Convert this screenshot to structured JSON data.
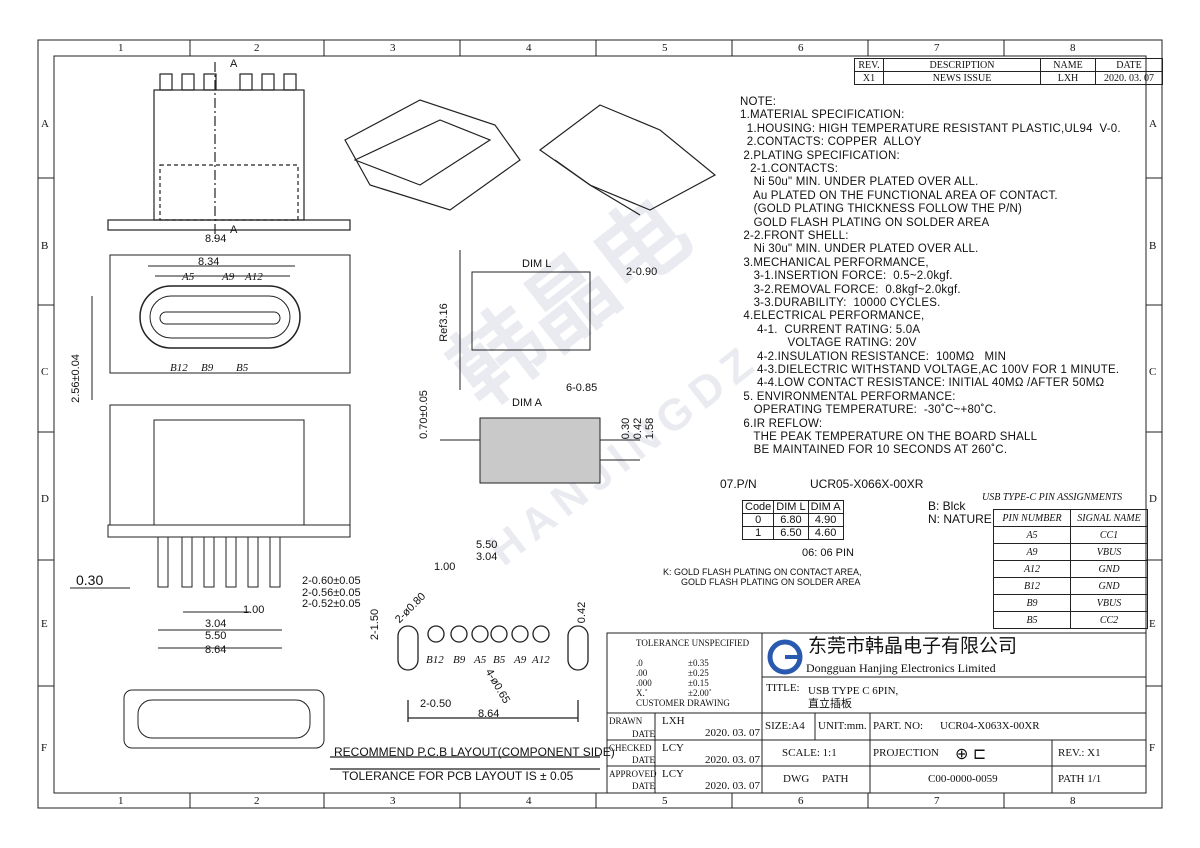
{
  "grid": {
    "cols": [
      "1",
      "2",
      "3",
      "4",
      "5",
      "6",
      "7",
      "8"
    ],
    "rows": [
      "A",
      "B",
      "C",
      "D",
      "E",
      "F"
    ]
  },
  "revision": {
    "headers": [
      "REV.",
      "DESCRIPTION",
      "NAME",
      "DATE"
    ],
    "row": [
      "X1",
      "NEWS ISSUE",
      "LXH",
      "2020. 03. 07"
    ]
  },
  "notes": [
    "NOTE:",
    "1.MATERIAL SPECIFICATION:",
    "  1.HOUSING: HIGH TEMPERATURE RESISTANT PLASTIC,UL94  V-0.",
    "  2.CONTACTS: COPPER  ALLOY",
    " 2.PLATING SPECIFICATION:",
    "   2-1.CONTACTS:",
    "    Ni 50u\" MIN. UNDER PLATED OVER ALL.",
    "    Au PLATED ON THE FUNCTIONAL AREA OF CONTACT.",
    "    (GOLD PLATING THICKNESS FOLLOW THE P/N)",
    "    GOLD FLASH PLATING ON SOLDER AREA",
    " 2-2.FRONT SHELL:",
    "    Ni 30u\" MIN. UNDER PLATED OVER ALL.",
    " 3.MECHANICAL PERFORMANCE,",
    "    3-1.INSERTION FORCE:  0.5~2.0kgf.",
    "    3-2.REMOVAL FORCE:  0.8kgf~2.0kgf.",
    "    3-3.DURABILITY:  10000 CYCLES.",
    " 4.ELECTRICAL PERFORMANCE,",
    "     4-1.  CURRENT RATING: 5.0A",
    "              VOLTAGE RATING: 20V",
    "     4-2.INSULATION RESISTANCE:  100MΩ   MIN",
    "     4-3.DIELECTRIC WITHSTAND VOLTAGE,AC 100V FOR 1 MINUTE.",
    "     4-4.LOW CONTACT RESISTANCE: INITIAL 40MΩ /AFTER 50MΩ",
    " 5. ENVIRONMENTAL PERFORMANCE:",
    "    OPERATING TEMPERATURE:  -30˚C~+80˚C.",
    " 6.IR REFLOW:",
    "    THE PEAK TEMPERATURE ON THE BOARD SHALL",
    "    BE MAINTAINED FOR 10 SECONDS AT 260˚C."
  ],
  "part_number": {
    "label": "07.P/N",
    "value": "UCR05-X066X-00XR",
    "code_table": {
      "headers": [
        "Code",
        "DIM L",
        "DIM A"
      ],
      "rows": [
        [
          "0",
          "6.80",
          "4.90"
        ],
        [
          "1",
          "6.50",
          "4.60"
        ]
      ]
    },
    "color_b": "B: Blck",
    "color_n": "N: NATURE",
    "pins": "06: 06  PIN",
    "plating_1": "K:  GOLD FLASH  PLATING  ON  CONTACT AREA,",
    "plating_2": "GOLD FLASH  PLATING  ON  SOLDER  AREA"
  },
  "pin_assignments": {
    "title": "USB TYPE-C PIN ASSIGNMENTS",
    "headers": [
      "PIN NUMBER",
      "SIGNAL NAME"
    ],
    "rows": [
      [
        "A5",
        "CC1"
      ],
      [
        "A9",
        "VBUS"
      ],
      [
        "A12",
        "GND"
      ],
      [
        "B12",
        "GND"
      ],
      [
        "B9",
        "VBUS"
      ],
      [
        "B5",
        "CC2"
      ]
    ]
  },
  "dims": {
    "top_a": "A",
    "sec_a": "A",
    "w894": "8.94",
    "w834": "8.34",
    "a5": "A5",
    "a9": "A9",
    "a12": "A12",
    "b12": "B12",
    "b9": "B9",
    "b5": "B5",
    "h256": "2.56±0.04",
    "d030": "0.30",
    "p060": "2-0.60±0.05",
    "p056": "2-0.56±0.05",
    "p052": "2-0.52±0.05",
    "d100": "1.00",
    "d304": "3.04",
    "d550": "5.50",
    "d864": "8.64",
    "diml": "DIM L",
    "d290": "2-0.90",
    "ref": "Ref3.16",
    "d685": "6-0.85",
    "dima": "DIM A",
    "d070": "0.70±0.05",
    "d030b": "0.30",
    "d042": "0.42",
    "d158": "1.58",
    "pcb550": "5.50",
    "pcb304": "3.04",
    "pcb100": "1.00",
    "pcb150": "2-1.50",
    "pcb080": "2-ø0.80",
    "pcb042": "0.42",
    "pcb065": "4-ø0.65",
    "pcb050": "2-0.50",
    "pcb864": "8.64",
    "pcb_pins": [
      "B12",
      "B9",
      "A5",
      "B5",
      "A9",
      "A12"
    ]
  },
  "pcb_footer": {
    "recommend": "RECOMMEND P.C.B LAYOUT(COMPONENT SIDE)",
    "tolerance": "TOLERANCE FOR PCB LAYOUT IS ± 0.05"
  },
  "title_block": {
    "tol_title": "TOLERANCE UNSPECIFIED",
    "tol": [
      [
        ".0",
        "±0.35"
      ],
      [
        ".00",
        "±0.25"
      ],
      [
        ".000",
        "±0.15"
      ],
      [
        "X.˚",
        "±2.00˚"
      ]
    ],
    "customer": "CUSTOMER DRAWING",
    "company_cn": "东莞市韩晶电子有限公司",
    "company_en": "Dongguan Hanjing Electronics Limited",
    "title_label": "TITLE:",
    "title_1": "USB TYPE C 6PIN,",
    "title_2": "直立插板",
    "drawn": "DRAWN",
    "checked": "CHECKED",
    "approved": "APPROVED",
    "date": "DATE",
    "drawn_by": "LXH",
    "checked_by": "LCY",
    "approved_by": "LCY",
    "drawn_date": "2020. 03. 07",
    "checked_date": "2020. 03. 07",
    "approved_date": "2020. 03. 07",
    "size": "SIZE:A4",
    "unit": "UNIT:mm.",
    "part_no_label": "PART. NO:",
    "part_no": "UCR04-X063X-00XR",
    "scale": "SCALE:  1:1",
    "projection": "PROJECTION",
    "rev": "REV.:  X1",
    "dwg": "DWG",
    "path": "PATH",
    "dwg_no": "C00-0000-0059",
    "path_page": "PATH   1/1"
  },
  "watermark": {
    "cn": "韩晶电",
    "en": "HANJINGDZ"
  }
}
